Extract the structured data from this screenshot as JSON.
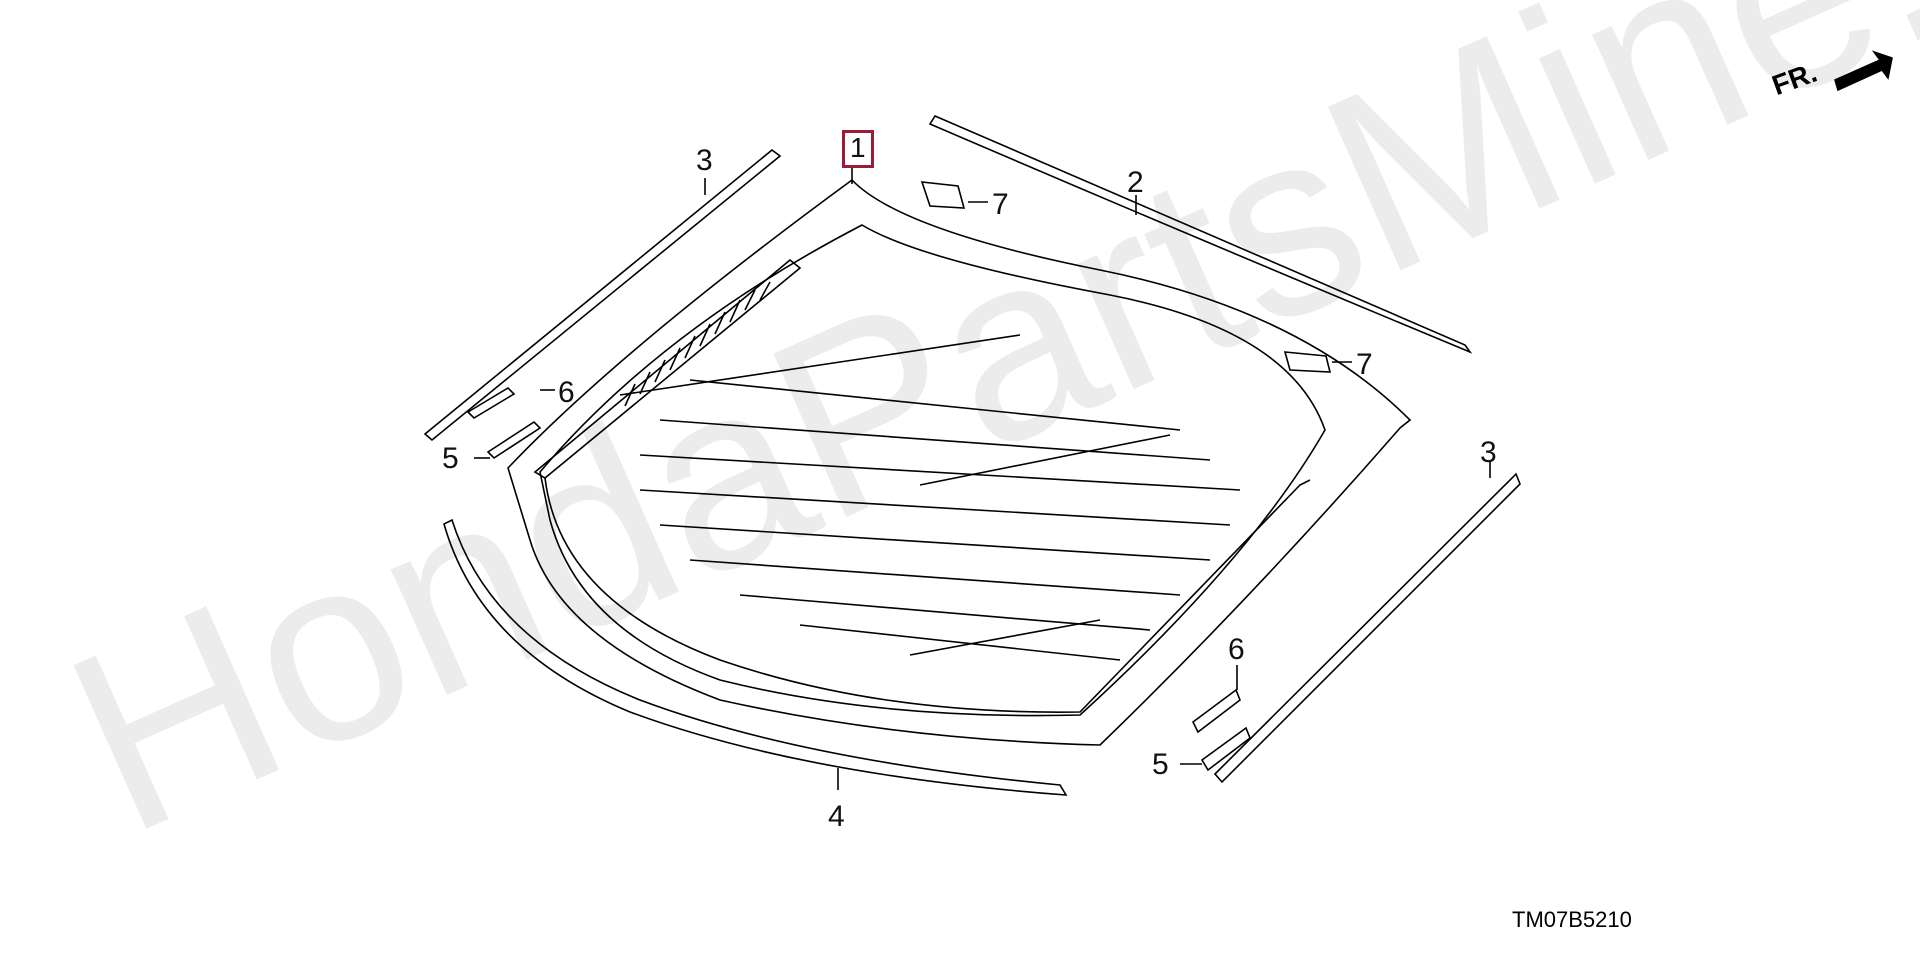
{
  "watermark": "HondaPartsMine.ru",
  "direction_label": "FR.",
  "diagram_code": "TM07B5210",
  "callouts": {
    "part1": "1",
    "part2": "2",
    "part3_left": "3",
    "part3_right": "3",
    "part4": "4",
    "part5_left": "5",
    "part5_right": "5",
    "part6_left": "6",
    "part6_right": "6",
    "part7_left": "7",
    "part7_right": "7"
  },
  "colors": {
    "highlight_box": "#9b1b3a",
    "line": "#000000",
    "watermark": "#ececec"
  }
}
